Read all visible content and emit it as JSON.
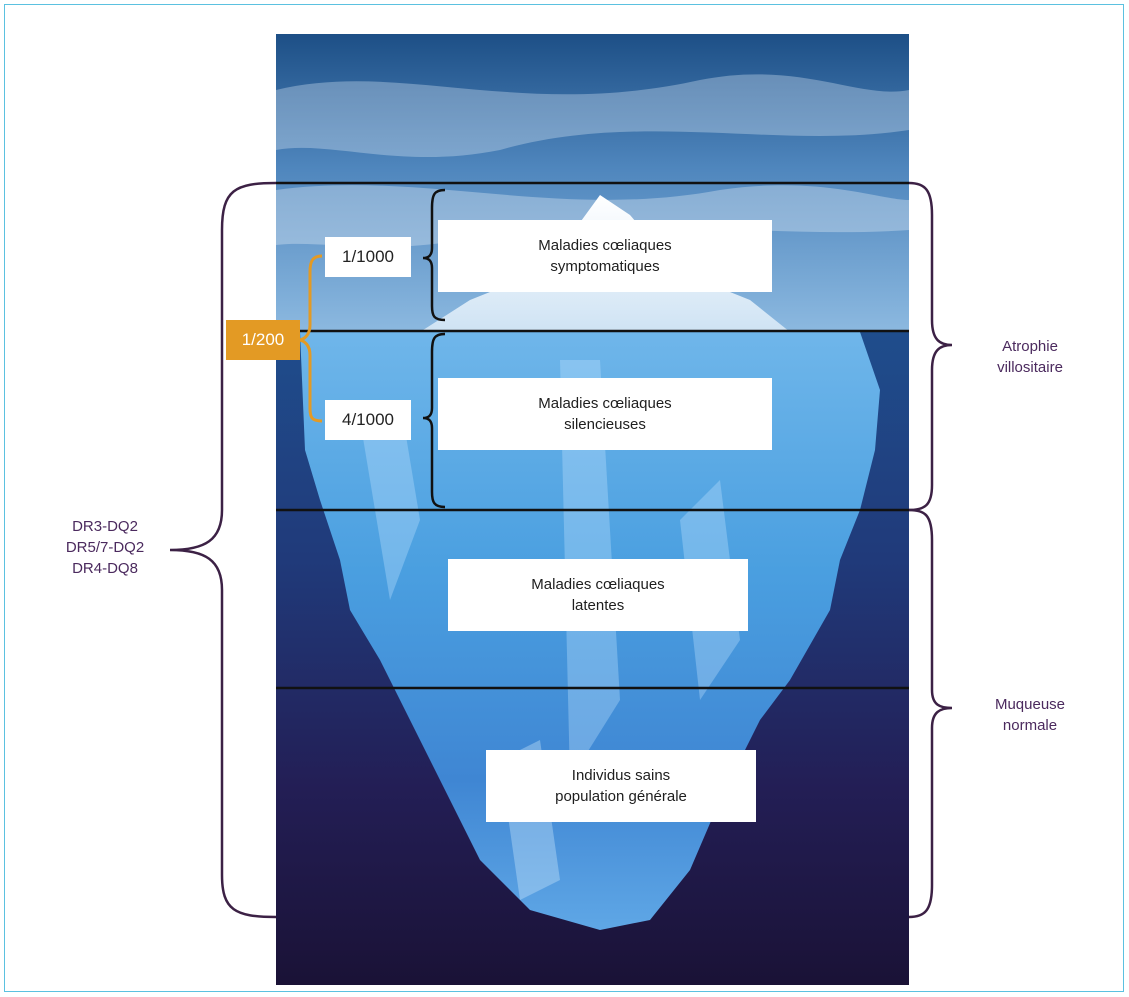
{
  "layers": {
    "symptomatic": {
      "line1": "Maladies cœliaques",
      "line2": "symptomatiques"
    },
    "silent": {
      "line1": "Maladies cœliaques",
      "line2": "silencieuses"
    },
    "latent": {
      "line1": "Maladies cœliaques",
      "line2": "latentes"
    },
    "healthy": {
      "line1": "Individus sains",
      "line2": "population générale"
    }
  },
  "prevalence": {
    "symptomatic": "1/1000",
    "silent": "4/1000",
    "total": "1/200"
  },
  "right_labels": {
    "atrophy": {
      "line1": "Atrophie",
      "line2": "villositaire"
    },
    "normal": {
      "line1": "Muqueuse",
      "line2": "normale"
    }
  },
  "left_label": {
    "line1": "DR3-DQ2",
    "line2": "DR5/7-DQ2",
    "line3": "DR4-DQ8"
  },
  "colors": {
    "bracket": "#3c2145",
    "orange": "#e39a24",
    "frame": "#5bc1e0",
    "text_purple": "#4b2a5e"
  }
}
